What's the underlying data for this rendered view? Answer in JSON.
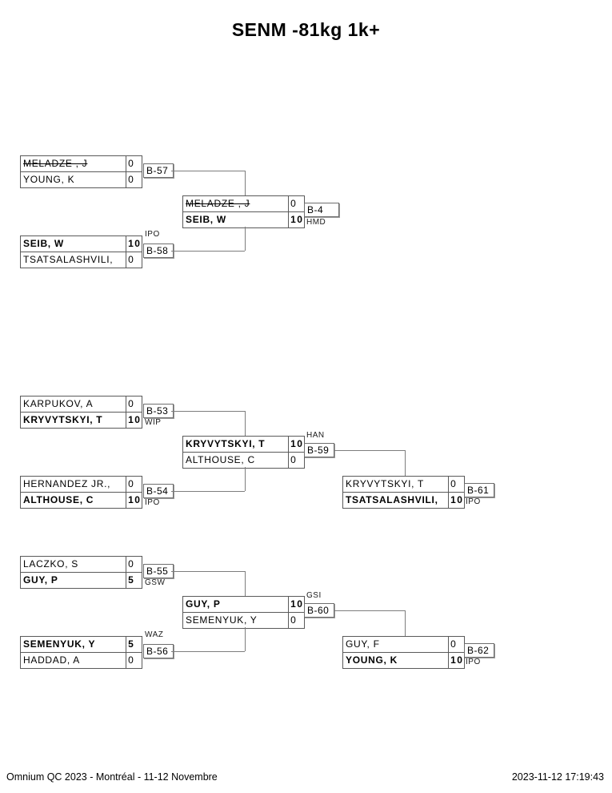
{
  "title": "SENM -81kg 1k+",
  "bracket": {
    "matches": [
      {
        "match_no": "B-57",
        "win_type": "",
        "players": [
          {
            "name": "MELADZE , J",
            "score": "0"
          },
          {
            "name": "YOUNG, K",
            "score": "0"
          }
        ]
      },
      {
        "match_no": "B-58",
        "win_type": "IPO",
        "players": [
          {
            "name": "SEIB, W",
            "score": "10"
          },
          {
            "name": "TSATSALASHVILI,",
            "score": "0"
          }
        ]
      },
      {
        "match_no": "B-4",
        "win_type": "HMD",
        "players": [
          {
            "name": "MELADZE , J",
            "score": "0"
          },
          {
            "name": "SEIB, W",
            "score": "10"
          }
        ]
      },
      {
        "match_no": "B-53",
        "win_type": "WIP",
        "players": [
          {
            "name": "KARPUKOV, A",
            "score": "0"
          },
          {
            "name": "KRYVYTSKYI, T",
            "score": "10"
          }
        ]
      },
      {
        "match_no": "B-54",
        "win_type": "IPO",
        "players": [
          {
            "name": "HERNANDEZ JR.,",
            "score": "0"
          },
          {
            "name": "ALTHOUSE, C",
            "score": "10"
          }
        ]
      },
      {
        "match_no": "B-59",
        "win_type": "HAN",
        "players": [
          {
            "name": "KRYVYTSKYI, T",
            "score": "10"
          },
          {
            "name": "ALTHOUSE, C",
            "score": "0"
          }
        ]
      },
      {
        "match_no": "B-61",
        "win_type": "IPO",
        "players": [
          {
            "name": "KRYVYTSKYI, T",
            "score": "0"
          },
          {
            "name": "TSATSALASHVILI,",
            "score": "10"
          }
        ]
      },
      {
        "match_no": "B-55",
        "win_type": "GSW",
        "players": [
          {
            "name": "LACZKO, S",
            "score": "0"
          },
          {
            "name": "GUY, P",
            "score": "5"
          }
        ]
      },
      {
        "match_no": "B-56",
        "win_type": "WAZ",
        "players": [
          {
            "name": "SEMENYUK, Y",
            "score": "5"
          },
          {
            "name": "HADDAD, A",
            "score": "0"
          }
        ]
      },
      {
        "match_no": "B-60",
        "win_type": "GSI",
        "players": [
          {
            "name": "GUY, P",
            "score": "10"
          },
          {
            "name": "SEMENYUK, Y",
            "score": "0"
          }
        ]
      },
      {
        "match_no": "B-62",
        "win_type": "IPO",
        "players": [
          {
            "name": "GUY, F",
            "score": "0"
          },
          {
            "name": "YOUNG, K",
            "score": "10"
          }
        ]
      }
    ]
  },
  "footer": {
    "left": "Omnium QC 2023 - Montréal - 11-12 Novembre",
    "right": "2023-11-12 17:19:43"
  },
  "colors": {
    "background": "#ffffff",
    "text": "#000000",
    "box_border": "#5a5a5a",
    "connector_line": "#7d7d7d"
  }
}
